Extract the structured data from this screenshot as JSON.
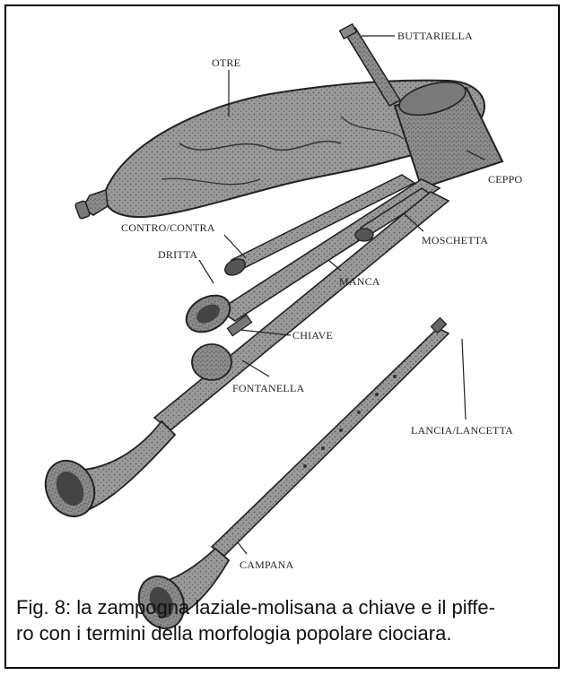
{
  "labels": {
    "buttariella": "BUTTARIELLA",
    "otre": "OTRE",
    "ceppo": "CEPPO",
    "contro_contra": "CONTRO/CONTRA",
    "moschetta": "MOSCHETTA",
    "dritta": "DRITTA",
    "manca": "MANCA",
    "chiave": "CHIAVE",
    "fontanella": "FONTANELLA",
    "lancia_lancetta": "LANCIA/LANCETTA",
    "campana": "CAMPANA"
  },
  "caption": {
    "line1": "Fig. 8: la zampogna laziale-molisana a chiave e il piffe-",
    "line2": "ro con i termini della morfologia popolare ciociara."
  }
}
